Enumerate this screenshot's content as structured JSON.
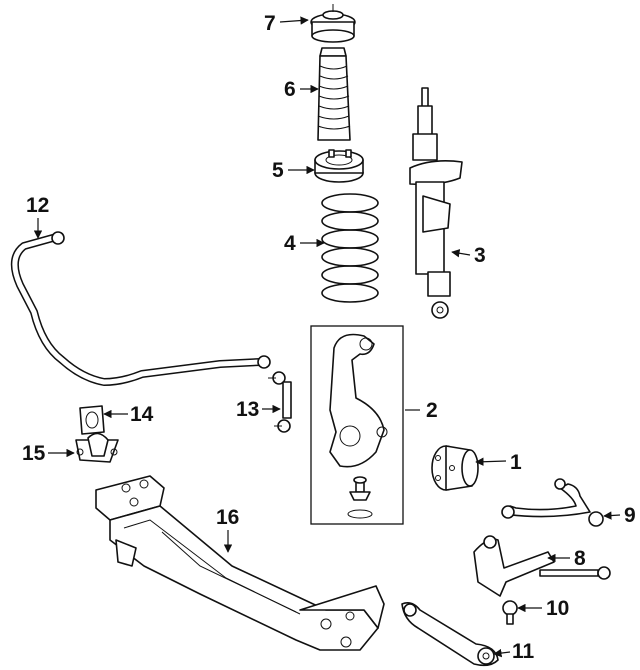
{
  "diagram": {
    "background": "#ffffff",
    "line_color": "#111111",
    "callouts": [
      "1",
      "2",
      "3",
      "4",
      "5",
      "6",
      "7",
      "8",
      "9",
      "10",
      "11",
      "12",
      "13",
      "14",
      "15",
      "16"
    ],
    "parts": [
      {
        "ref": "7",
        "icon": "strut-mount-icon"
      },
      {
        "ref": "6",
        "icon": "dust-boot-icon"
      },
      {
        "ref": "5",
        "icon": "spring-seat-icon"
      },
      {
        "ref": "4",
        "icon": "coil-spring-icon"
      },
      {
        "ref": "3",
        "icon": "strut-assembly-icon"
      },
      {
        "ref": "12",
        "icon": "stabilizer-bar-icon"
      },
      {
        "ref": "13",
        "icon": "stabilizer-link-icon"
      },
      {
        "ref": "14",
        "icon": "bar-bushing-icon"
      },
      {
        "ref": "15",
        "icon": "bushing-bracket-icon"
      },
      {
        "ref": "2",
        "icon": "steering-knuckle-icon"
      },
      {
        "ref": "1",
        "icon": "hub-bearing-icon"
      },
      {
        "ref": "9",
        "icon": "upper-control-arm-icon"
      },
      {
        "ref": "8",
        "icon": "lower-control-arm-icon"
      },
      {
        "ref": "10",
        "icon": "ball-joint-icon"
      },
      {
        "ref": "11",
        "icon": "rear-lower-arm-icon"
      },
      {
        "ref": "16",
        "icon": "crossmember-icon"
      }
    ]
  }
}
